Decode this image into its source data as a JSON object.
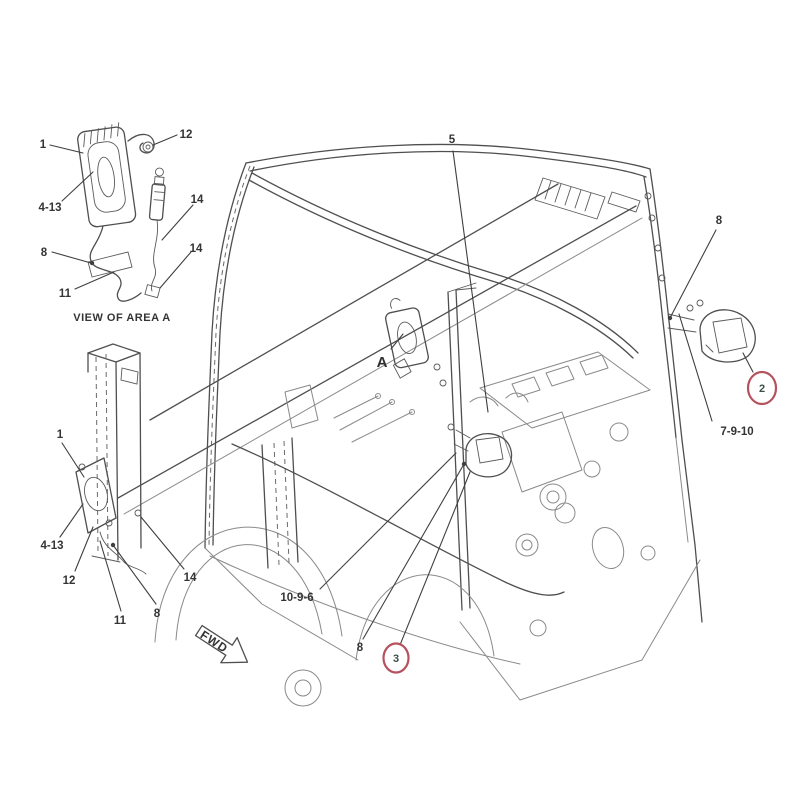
{
  "diagram": {
    "type": "parts-diagram",
    "detail_view": {
      "caption": "VIEW OF AREA A",
      "callouts": [
        {
          "text": "1"
        },
        {
          "text": "12"
        },
        {
          "text": "4-13"
        },
        {
          "text": "14"
        },
        {
          "text": "8"
        },
        {
          "text": "14"
        },
        {
          "text": "11"
        }
      ]
    },
    "main_view": {
      "area_marker": "A",
      "direction_indicator": "FWD",
      "callouts": [
        {
          "text": "5",
          "circled": false
        },
        {
          "text": "8",
          "circled": false
        },
        {
          "text": "2",
          "circled": true
        },
        {
          "text": "7-9-10",
          "circled": false
        },
        {
          "text": "1",
          "circled": false
        },
        {
          "text": "4-13",
          "circled": false
        },
        {
          "text": "12",
          "circled": false
        },
        {
          "text": "11",
          "circled": false
        },
        {
          "text": "8",
          "circled": false
        },
        {
          "text": "14",
          "circled": false
        },
        {
          "text": "10-9-6",
          "circled": false
        },
        {
          "text": "8",
          "circled": false
        },
        {
          "text": "3",
          "circled": true
        }
      ]
    },
    "colors": {
      "line": "#4f4f4f",
      "label_text": "#343434",
      "highlight_circle": "#b5525e",
      "background": "#ffffff"
    }
  }
}
